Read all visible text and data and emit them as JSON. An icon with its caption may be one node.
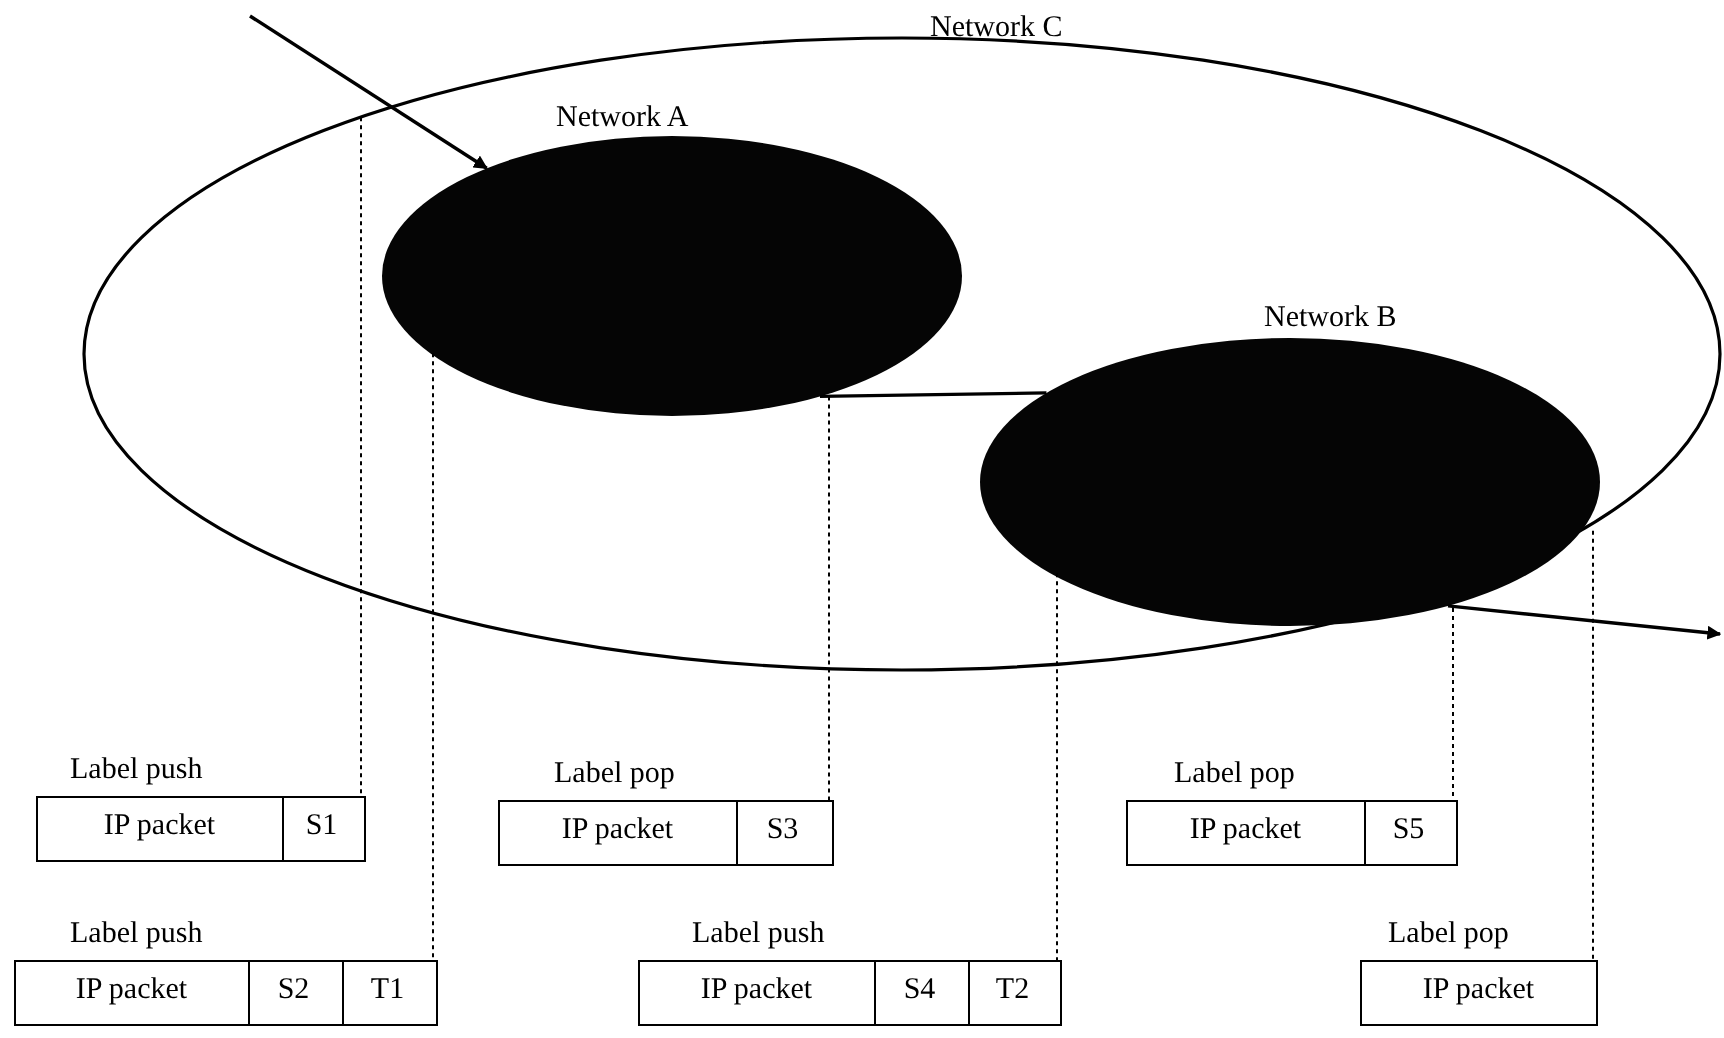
{
  "diagram": {
    "nodes": [
      {
        "text": [
          "Network C"
        ]
      },
      {
        "text": [
          "Network A"
        ],
        "in": 0
      },
      {
        "text": [
          "Network B"
        ],
        "in": 0
      },
      {
        "text": [
          "Label push"
        ]
      },
      {
        "text": [
          "IP packet"
        ],
        "in": 3
      },
      {
        "text": [
          "S1"
        ],
        "in": 3
      },
      {
        "text": [
          "Label pop"
        ]
      },
      {
        "text": [
          "IP packet"
        ],
        "in": 6
      },
      {
        "text": [
          "S3"
        ],
        "in": 6
      },
      {
        "text": [
          "Label pop"
        ]
      },
      {
        "text": [
          "IP packet"
        ],
        "in": 9
      },
      {
        "text": [
          "S5"
        ],
        "in": 9
      },
      {
        "text": [
          "Label push"
        ]
      },
      {
        "text": [
          "IP packet"
        ],
        "in": 12
      },
      {
        "text": [
          "S2"
        ],
        "in": 12
      },
      {
        "text": [
          "T1"
        ],
        "in": 12
      },
      {
        "text": [
          "Label push"
        ]
      },
      {
        "text": [
          "IP packet"
        ],
        "in": 16
      },
      {
        "text": [
          "S4"
        ],
        "in": 16
      },
      {
        "text": [
          "T2"
        ],
        "in": 16
      },
      {
        "text": [
          "Label pop"
        ]
      },
      {
        "text": [
          "IP packet"
        ],
        "in": 20
      }
    ],
    "edges": [
      {
        "from": null,
        "to": 1,
        "arrow": "to"
      },
      {
        "from": 1,
        "to": 2,
        "arrow": "none"
      },
      {
        "from": 2,
        "to": null,
        "arrow": "to"
      },
      {
        "from": 0,
        "to": 3,
        "arrow": "none",
        "style": "dashed"
      },
      {
        "from": 1,
        "to": 12,
        "arrow": "none",
        "style": "dashed"
      },
      {
        "from": 1,
        "to": 6,
        "arrow": "none",
        "style": "dashed"
      },
      {
        "from": 2,
        "to": 16,
        "arrow": "none",
        "style": "dashed"
      },
      {
        "from": 2,
        "to": 9,
        "arrow": "none",
        "style": "dashed"
      },
      {
        "from": 0,
        "to": 20,
        "arrow": "none",
        "style": "dashed"
      }
    ]
  }
}
